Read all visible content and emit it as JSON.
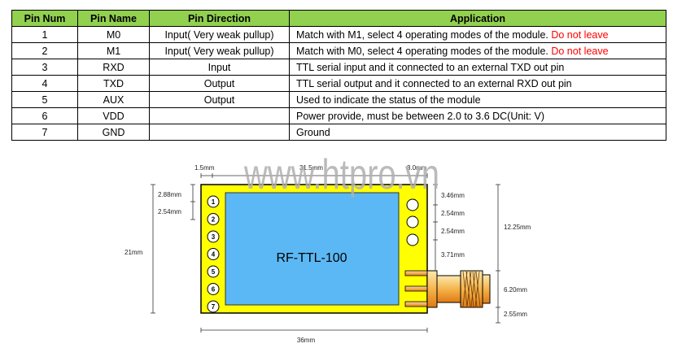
{
  "table": {
    "headers": [
      "Pin Num",
      "Pin Name",
      "Pin Direction",
      "Application"
    ],
    "rows": [
      {
        "num": "1",
        "name": "M0",
        "direction": "Input( Very weak pullup)",
        "application": "Match with M1, select 4 operating modes of the module. ",
        "warning": "Do not leave"
      },
      {
        "num": "2",
        "name": "M1",
        "direction": "Input( Very weak pullup)",
        "application": "Match with M0, select 4 operating modes of the module. ",
        "warning": "Do not leave"
      },
      {
        "num": "3",
        "name": "RXD",
        "direction": "Input",
        "application": "TTL serial input and it connected to an external TXD out pin",
        "warning": ""
      },
      {
        "num": "4",
        "name": "TXD",
        "direction": "Output",
        "application": "TTL serial output and it connected to an external RXD out pin",
        "warning": ""
      },
      {
        "num": "5",
        "name": "AUX",
        "direction": "Output",
        "application": "Used to indicate the status of the module",
        "warning": ""
      },
      {
        "num": "6",
        "name": "VDD",
        "direction": "",
        "application": "Power provide, must be between 2.0 to 3.6 DC(Unit: V)",
        "warning": ""
      },
      {
        "num": "7",
        "name": "GND",
        "direction": "",
        "application": "Ground",
        "warning": ""
      }
    ],
    "colors": {
      "header_bg": "#92d050",
      "warning": "#ff0000"
    }
  },
  "diagram": {
    "module_label": "RF-TTL-100",
    "watermark": "www.htpro.vn",
    "pin_numbers": [
      "1",
      "2",
      "3",
      "4",
      "5",
      "6",
      "7"
    ],
    "dimensions": {
      "top_left_margin": "1.5mm",
      "top_screen_width": "31.5mm",
      "top_right_margin": "3.0mm",
      "left_first_pin": "2.88mm",
      "left_pin_pitch": "2.54mm",
      "total_height": "21mm",
      "right_top": "3.46mm",
      "right_pitch_1": "2.54mm",
      "right_pitch_2": "2.54mm",
      "right_to_connector": "3.71mm",
      "right_upper_total": "12.25mm",
      "connector_height": "6.20mm",
      "bottom_margin": "2.55mm",
      "total_width": "36mm"
    },
    "colors": {
      "board": "#ffff00",
      "screen": "#5bb8f5",
      "connector_light": "#fce4a0",
      "connector_dark": "#e8841a"
    }
  }
}
